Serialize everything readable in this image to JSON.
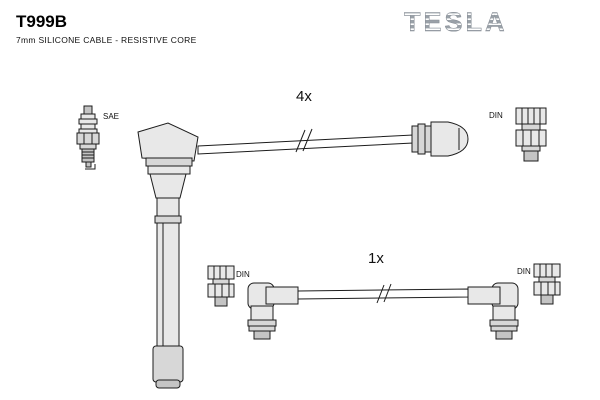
{
  "header": {
    "part_number": "T999B",
    "description": "7mm SILICONE CABLE - RESISTIVE CORE",
    "brand": "TESLA"
  },
  "diagram": {
    "spark_plug_standard": "SAE",
    "cable_set_4": {
      "quantity": "4x",
      "terminal_label": "DIN"
    },
    "cable_set_1": {
      "quantity": "1x",
      "left_terminal_label": "DIN",
      "right_terminal_label": "DIN"
    }
  }
}
